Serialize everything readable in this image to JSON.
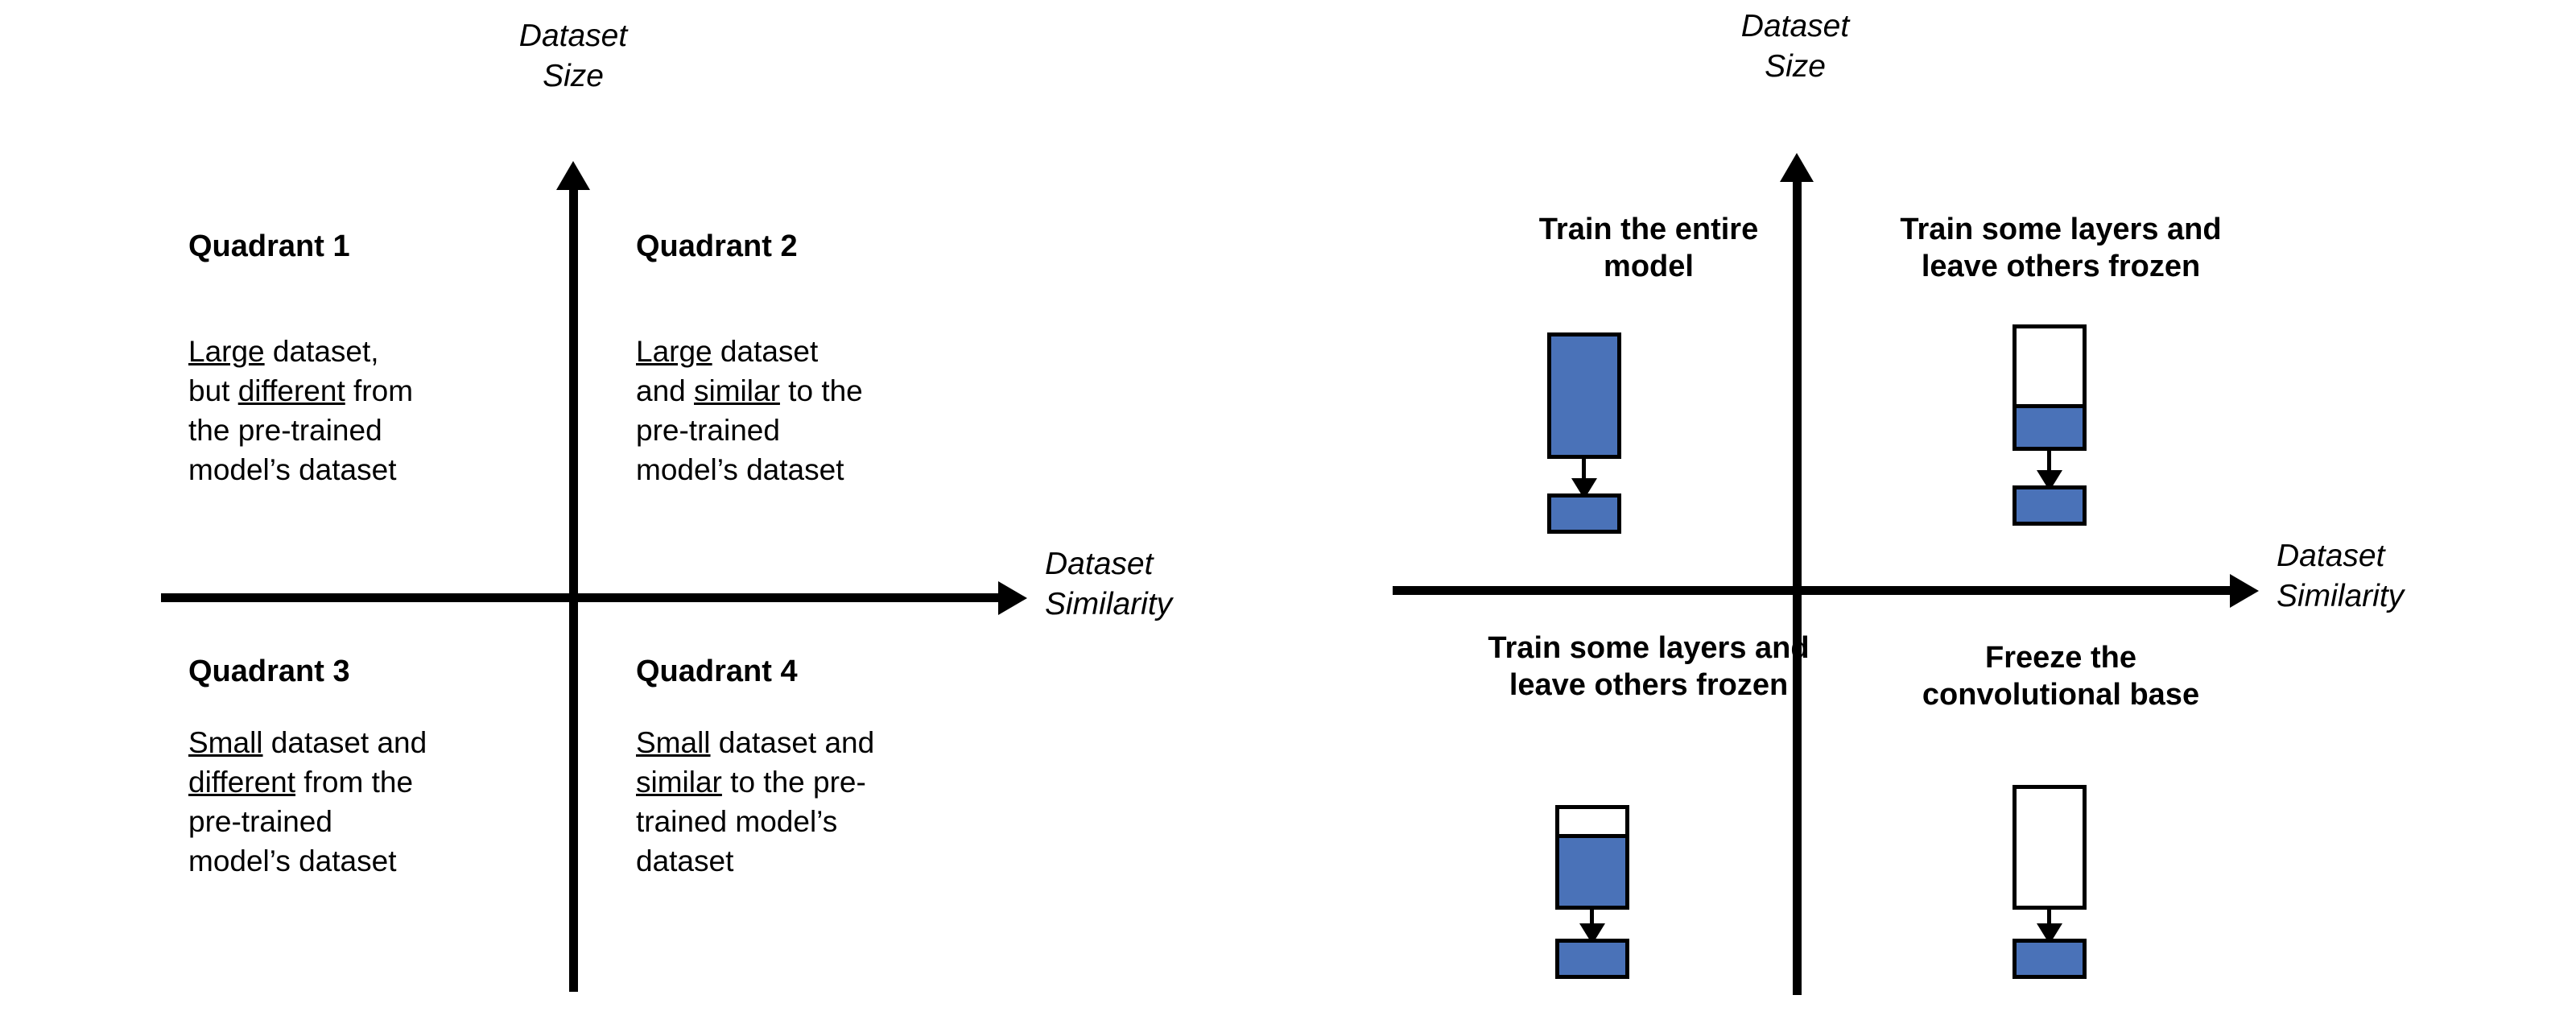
{
  "colors": {
    "trainable_blue": "#4a72b8",
    "frozen_white": "#ffffff",
    "outline": "#000000"
  },
  "left_diagram": {
    "y_axis_label": "Dataset\nSize",
    "x_axis_label": "Dataset\nSimilarity",
    "quadrants": [
      {
        "id": "quadrant-1",
        "title": "Quadrant 1",
        "body_lines": [
          {
            "emph": "Large",
            "rest": " dataset,"
          },
          {
            "plain_before": "but ",
            "emph": "different",
            "rest": " from"
          },
          {
            "plain_before": "the pre-trained",
            "emph": "",
            "rest": ""
          },
          {
            "plain_before": "model’s dataset",
            "emph": "",
            "rest": ""
          }
        ]
      },
      {
        "id": "quadrant-2",
        "title": "Quadrant 2",
        "body_lines": [
          {
            "emph": "Large",
            "rest": " dataset"
          },
          {
            "plain_before": "and ",
            "emph": "similar",
            "rest": " to the"
          },
          {
            "plain_before": "pre-trained",
            "emph": "",
            "rest": ""
          },
          {
            "plain_before": "model’s dataset",
            "emph": "",
            "rest": ""
          }
        ]
      },
      {
        "id": "quadrant-3",
        "title": "Quadrant 3",
        "body_lines": [
          {
            "emph": "Small",
            "rest": " dataset and"
          },
          {
            "plain_before": "",
            "emph": "different",
            "rest": " from the"
          },
          {
            "plain_before": "pre-trained",
            "emph": "",
            "rest": ""
          },
          {
            "plain_before": "model’s dataset",
            "emph": "",
            "rest": ""
          }
        ]
      },
      {
        "id": "quadrant-4",
        "title": "Quadrant 4",
        "body_lines": [
          {
            "emph": "Small",
            "rest": " dataset and"
          },
          {
            "plain_before": "",
            "emph": "similar",
            "rest": " to the pre-"
          },
          {
            "plain_before": "trained model’s",
            "emph": "",
            "rest": ""
          },
          {
            "plain_before": "dataset",
            "emph": "",
            "rest": ""
          }
        ]
      }
    ]
  },
  "right_diagram": {
    "y_axis_label": "Dataset\nSize",
    "x_axis_label": "Dataset\nSimilarity",
    "quadrants": [
      {
        "id": "strategy-quadrant-1",
        "heading": "Train the entire\nmodel",
        "base_fill_percent": 100,
        "head_fill": "blue"
      },
      {
        "id": "strategy-quadrant-2",
        "heading": "Train some layers and\nleave others frozen",
        "base_fill_percent": 33,
        "head_fill": "blue"
      },
      {
        "id": "strategy-quadrant-3",
        "heading": "Train some layers and\nleave others frozen",
        "base_fill_percent": 70,
        "head_fill": "blue"
      },
      {
        "id": "strategy-quadrant-4",
        "heading": "Freeze the\nconvolutional base",
        "base_fill_percent": 0,
        "head_fill": "blue"
      }
    ]
  }
}
